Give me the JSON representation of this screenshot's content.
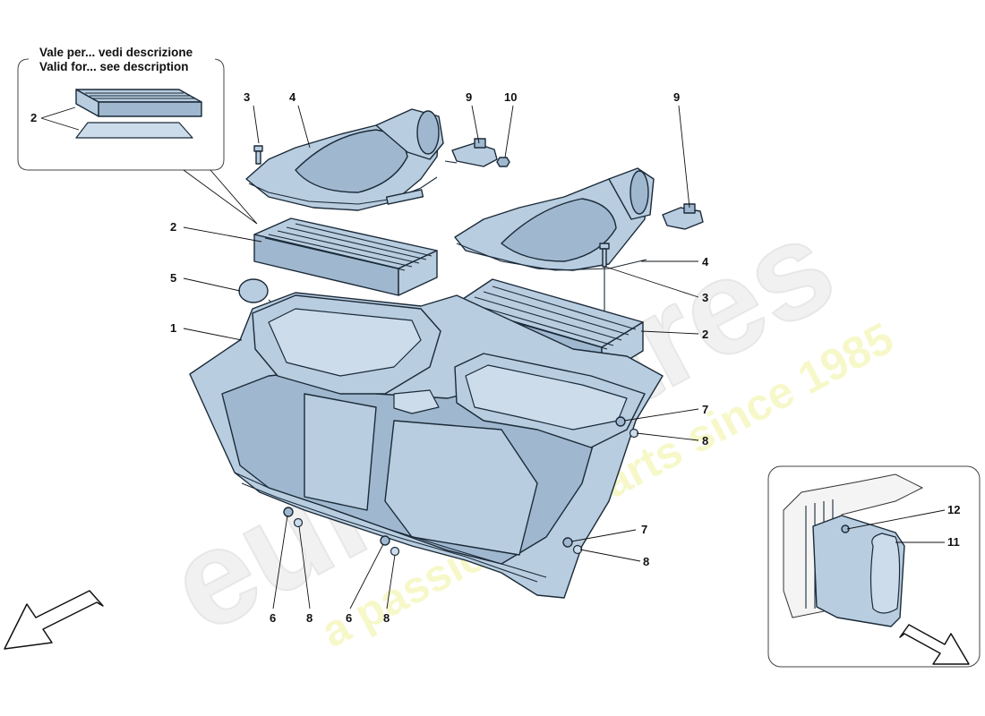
{
  "inset_note": {
    "line1": "Vale per... vedi descrizione",
    "line2": "Valid for... see description"
  },
  "watermark": {
    "brand_text": "eurospares",
    "tagline": "a passion for parts since 1985"
  },
  "callouts": {
    "inset_filter": "2",
    "bolt_left": "3",
    "housing_left": "4",
    "sensor_left": "9",
    "nut": "10",
    "sensor_right": "9",
    "filter_left": "2",
    "cap": "5",
    "airbox": "1",
    "housing_right": "4",
    "bolt_right": "3",
    "filter_right": "2",
    "grommet_right_a": "7",
    "washer_right_a": "8",
    "grommet_right_b": "7",
    "washer_right_b": "8",
    "grommet_bottom_a": "6",
    "washer_bottom_a": "8",
    "grommet_bottom_b": "6",
    "washer_bottom_b": "8",
    "bracket_clip": "12",
    "duct": "11"
  }
}
